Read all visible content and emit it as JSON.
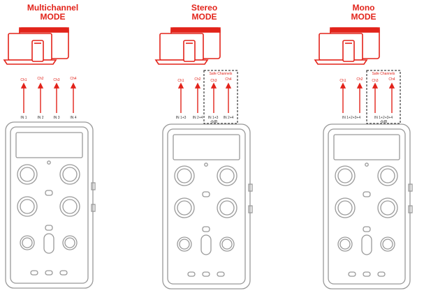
{
  "colors": {
    "accent": "#e2231a",
    "device_outline": "#999999",
    "text_dark": "#333333"
  },
  "icons": [
    "devices-icon",
    "arrow-up-icon",
    "recorder-device-icon"
  ],
  "modes": [
    {
      "title_line1": "Multichannel",
      "title_line2": "MODE",
      "channels": [
        "Ch1",
        "Ch2",
        "Ch3",
        "Ch4"
      ],
      "inputs": [
        "IN 1",
        "IN 2",
        "IN 3",
        "IN 4"
      ],
      "safe_label": "",
      "safe_sub": ""
    },
    {
      "title_line1": "Stereo",
      "title_line2": "MODE",
      "channels": [
        "Ch1",
        "Ch2",
        "Ch3",
        "Ch4"
      ],
      "inputs": [
        "IN 1+3",
        "IN 2+4",
        "IN 1+3",
        "IN 2+4"
      ],
      "safe_label": "Safe Channels",
      "safe_sub": "-6dB"
    },
    {
      "title_line1": "Mono",
      "title_line2": "MODE",
      "channels": [
        "Ch1",
        "Ch2",
        "Ch3",
        "Ch4"
      ],
      "inputs": [
        "IN 1+2+3+4",
        "",
        "IN 1+2+3+4",
        ""
      ],
      "safe_label": "Safe Channels",
      "safe_sub": "-6dB"
    }
  ]
}
